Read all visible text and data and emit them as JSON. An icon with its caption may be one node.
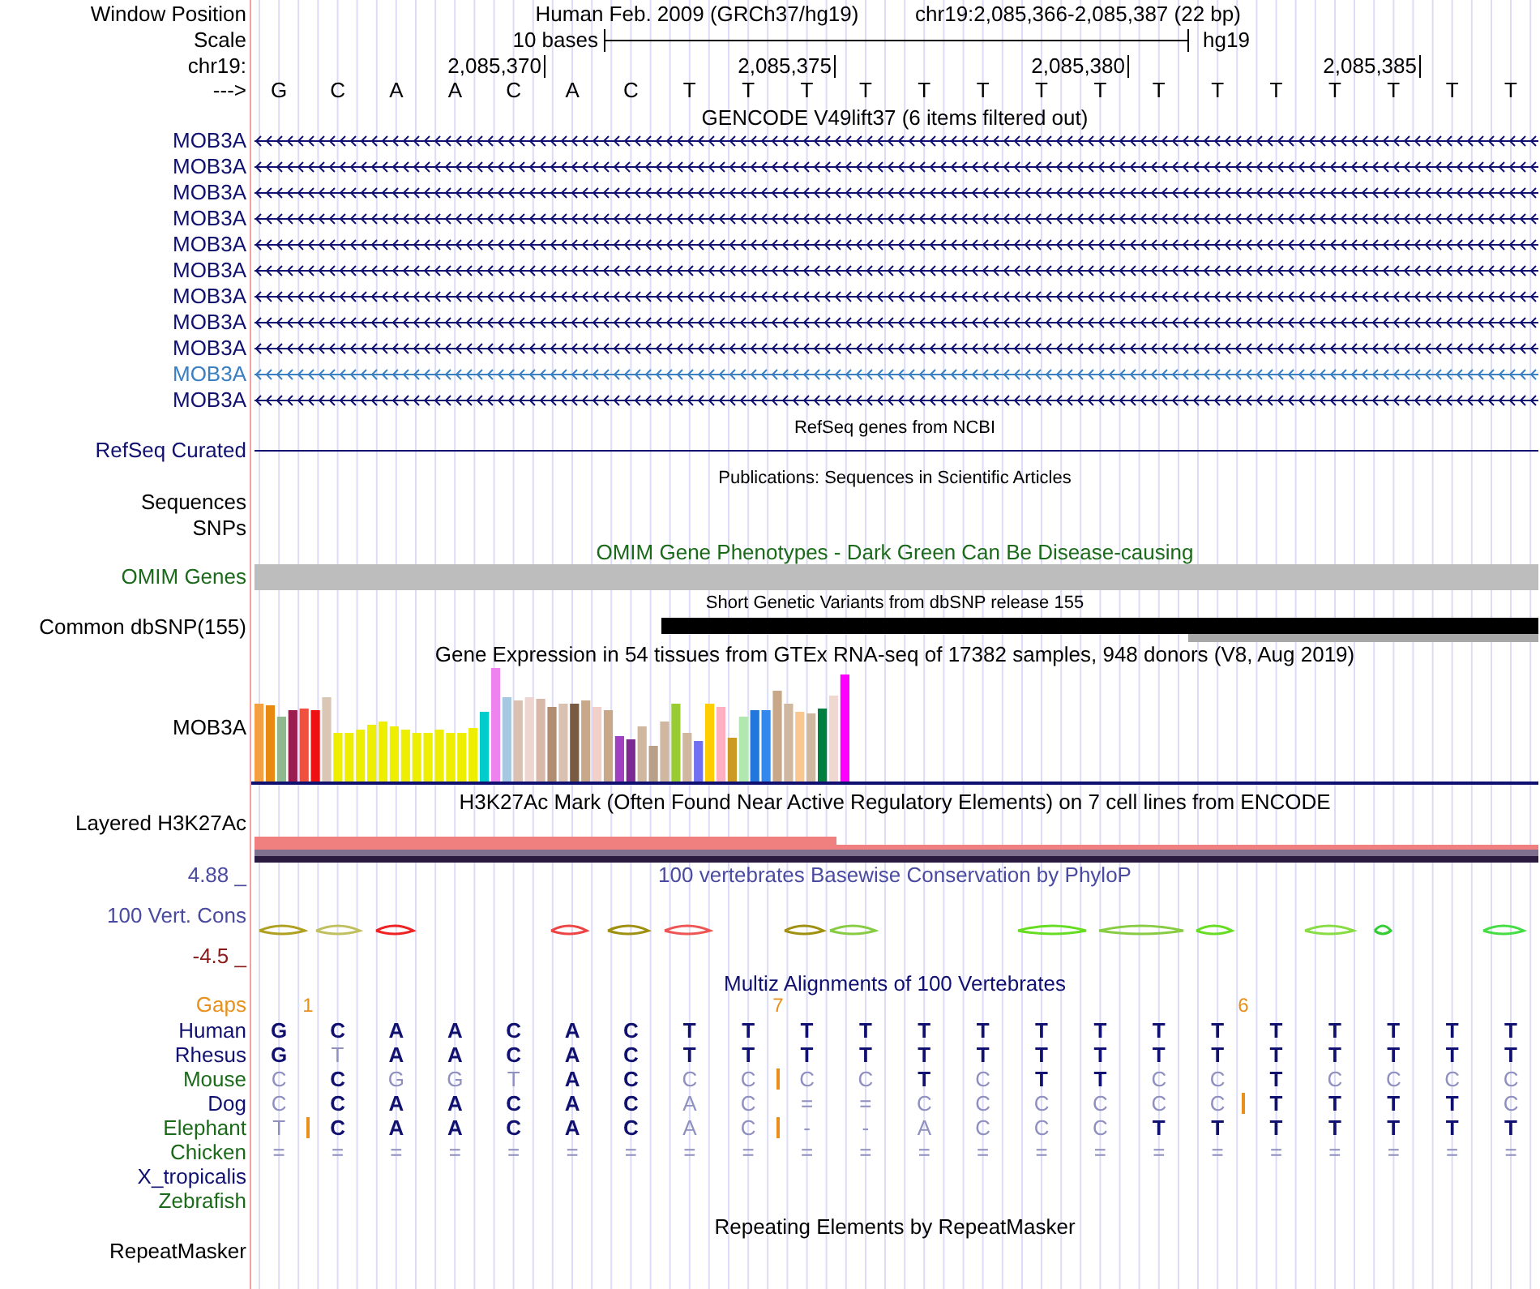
{
  "diagram": {
    "labels": [
      "Window Position",
      "Human Feb. 2009 (GRCh37/hg19)",
      "chr19:2,085,366-2,085,387 (22 bp)",
      "Scale",
      "10 bases",
      "hg19",
      "chr19:",
      "2,085,370",
      "2,085,375",
      "2,085,380",
      "2,085,385",
      "--->",
      "G C A A C A C T T T T T T T T T T T T T T T",
      "GENCODE V49lift37 (6 items filtered out)",
      "MOB3A",
      "MOB3A",
      "MOB3A",
      "MOB3A",
      "MOB3A",
      "MOB3A",
      "MOB3A",
      "MOB3A",
      "MOB3A",
      "MOB3A",
      "MOB3A",
      "RefSeq genes from NCBI",
      "RefSeq Curated",
      "Publications: Sequences in Scientific Articles",
      "Sequences",
      "SNPs",
      "OMIM Gene Phenotypes - Dark Green Can Be Disease-causing",
      "OMIM Genes",
      "Short Genetic Variants from dbSNP release 155",
      "Common dbSNP(155)",
      "Gene Expression in 54 tissues from GTEx RNA-seq of 17382 samples, 948 donors (V8, Aug 2019)",
      "MOB3A",
      "H3K27Ac Mark (Often Found Near Active Regulatory Elements) on 7 cell lines from ENCODE",
      "Layered H3K27Ac",
      "4.88 _",
      "100 vertebrates Basewise Conservation by PhyloP",
      "100 Vert. Cons",
      "-4.5 _",
      "Multiz Alignments of 100 Vertebrates",
      "Gaps",
      "1",
      "7",
      "6",
      "Human",
      "G C A A C A C T T T T T T T T T T T T T T T",
      "Rhesus",
      "G T A A C A C T T T T T T T T T T T T T T T",
      "Mouse",
      "C C G G T A C C C C C T C T T C C T C C C C",
      "Dog",
      "C C A A C A C A C = = C C C C C C T T T T C",
      "Elephant",
      "T C A A C A C A C - - A C C C T T T T T T T",
      "Chicken",
      "= = = = = = = = = = = = = = = = = = = = = =",
      "X_tropicalis",
      "Zebrafish",
      "Repeating Elements by RepeatMasker",
      "RepeatMasker"
    ]
  }
}
